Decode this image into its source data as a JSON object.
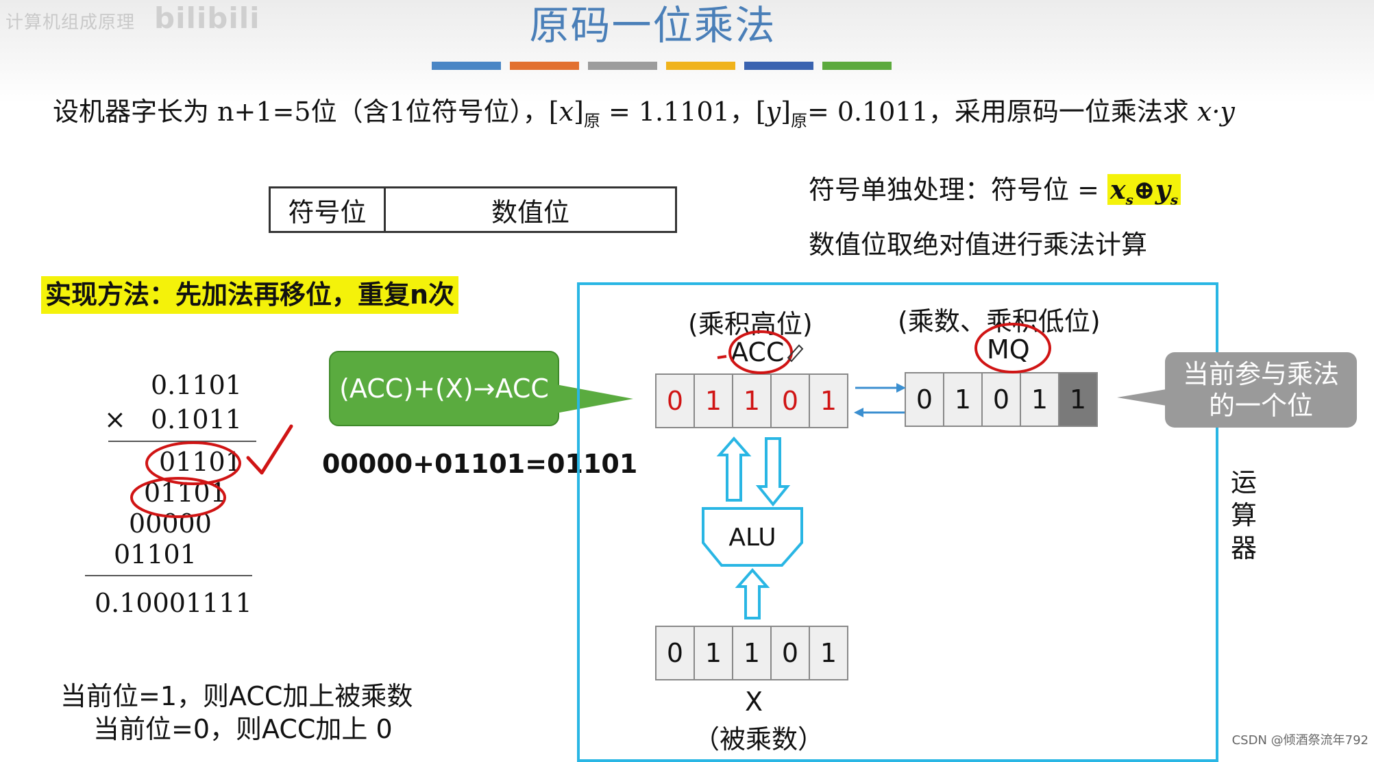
{
  "header": {
    "watermark": "计算机组成原理",
    "watermark_logo": "bilibili",
    "title": "原码一位乘法",
    "bar_colors": [
      "#4a86c5",
      "#e2702f",
      "#9c9c9c",
      "#f0b31c",
      "#3a63b0",
      "#5caa3d"
    ]
  },
  "problem": {
    "text_a": "设机器字长为 n+1=5位（含1位符号位），[",
    "x_var": "x",
    "bracket_close": "]",
    "sub_yuan": "原",
    "text_b": " = 1.1101，[",
    "y_var": "y",
    "text_c": "= 0.1011，采用原码一位乘法求 ",
    "xy": "x·y"
  },
  "format_box": {
    "sign": "符号位",
    "value": "数值位"
  },
  "sign_note": {
    "text": "符号单独处理：符号位 = ",
    "x": "x",
    "s1": "s",
    "op": "⊕",
    "y": "y",
    "s2": "s"
  },
  "abs_note": "数值位取绝对值进行乘法计算",
  "method": "实现方法：先加法再移位，重复n次",
  "manual_calc": {
    "multiplicand": "0.1101",
    "times": "×",
    "multiplier": "0.1011",
    "partials": [
      "01101",
      "01101",
      "00000",
      "01101"
    ],
    "result": "0.10001111"
  },
  "op_bubble": "(ACC)+(X)→ACC",
  "sum_line": "00000+01101=01101",
  "acc_register": {
    "caption": "(乘积高位)",
    "name": "ACC",
    "bits": [
      "0",
      "1",
      "1",
      "0",
      "1"
    ]
  },
  "mq_register": {
    "caption": "(乘数、乘积低位)",
    "name": "MQ",
    "bits": [
      "0",
      "1",
      "0",
      "1",
      "1"
    ]
  },
  "alu_label": "ALU",
  "x_register": {
    "bits": [
      "0",
      "1",
      "1",
      "0",
      "1"
    ],
    "name": "X",
    "caption": "（被乘数）"
  },
  "callout": "当前参与乘法的一个位",
  "unit_label": [
    "运",
    "算",
    "器"
  ],
  "rules": [
    "当前位=1，则ACC加上被乘数",
    "当前位=0，则ACC加上 0"
  ],
  "credit": "CSDN @倾酒祭流年792",
  "colors": {
    "frame": "#29b6e4",
    "highlight": "#f4f20a",
    "bubble": "#5aab3f",
    "annotation": "#d01414",
    "callout": "#9a9a9a"
  }
}
